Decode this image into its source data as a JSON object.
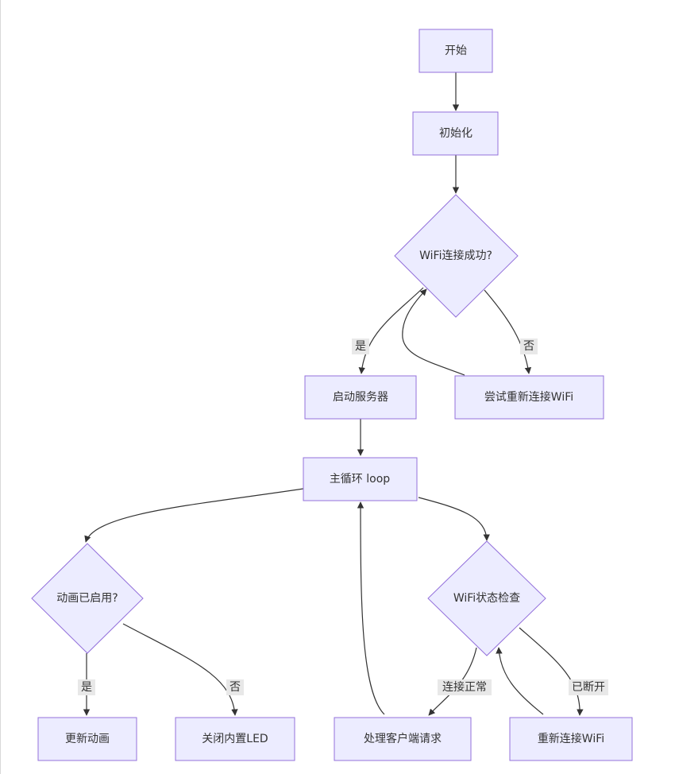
{
  "nodes": {
    "start": "开始",
    "init": "初始化",
    "wifi_check": "WiFi连接成功?",
    "start_server": "启动服务器",
    "retry_wifi": "尝试重新连接WiFi",
    "main_loop": "主循环 loop",
    "anim_enabled": "动画已启用?",
    "wifi_status": "WiFi状态检查",
    "update_anim": "更新动画",
    "led_off": "关闭内置LED",
    "handle_client": "处理客户端请求",
    "reconnect_wifi": "重新连接WiFi"
  },
  "edge_labels": {
    "wifi_yes": "是",
    "wifi_no": "否",
    "anim_yes": "是",
    "anim_no": "否",
    "status_ok": "连接正常",
    "status_lost": "已断开"
  }
}
